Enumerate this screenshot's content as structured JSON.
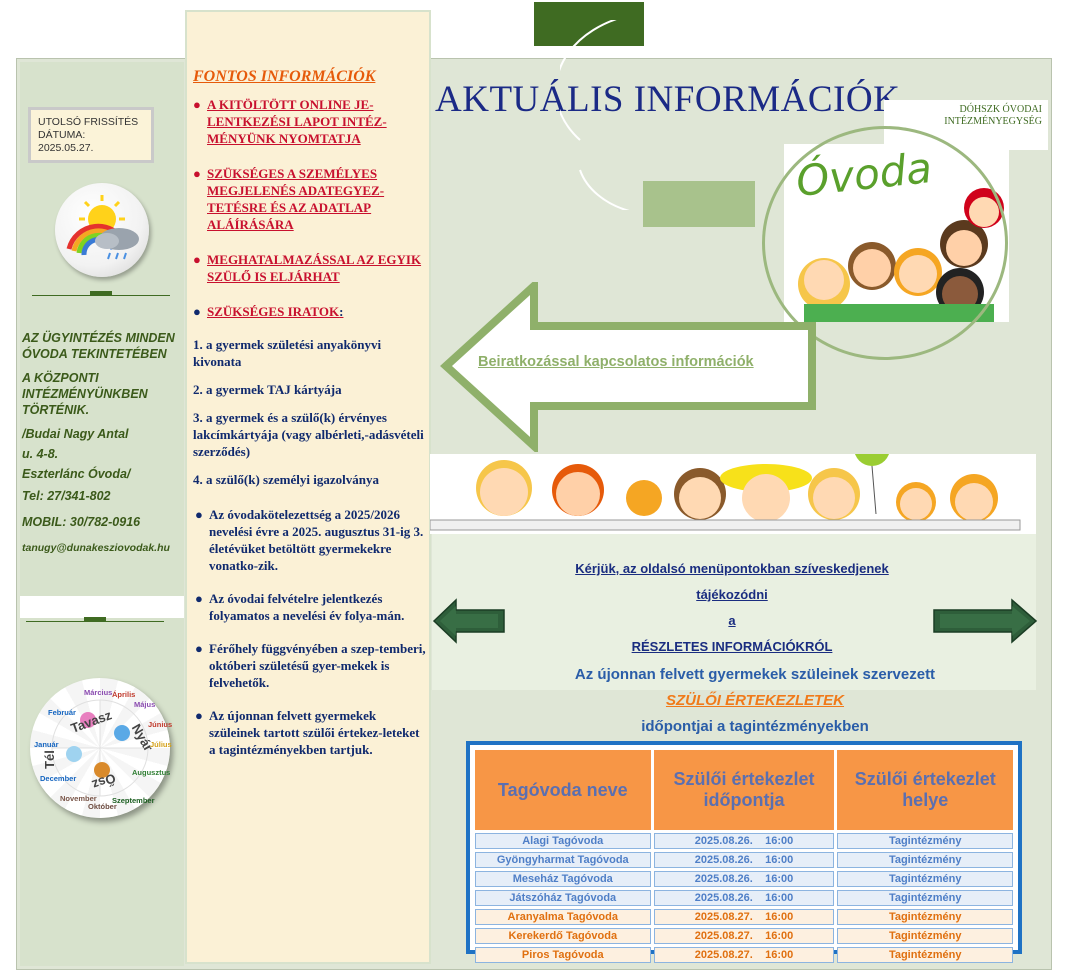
{
  "update_box": {
    "line1": "UTOLSÓ FRISSÍTÉS",
    "line2": "DÁTUMA:",
    "date": "2025.05.27."
  },
  "left_info": {
    "p1": "AZ ÜGYINTÉZÉS MINDEN ÓVODA TEKINTETÉBEN",
    "p2": "A KÖZPONTI INTÉZMÉNYÜNKBEN TÖRTÉNIK.",
    "address1": "/Budai Nagy Antal",
    "address2": "u. 4-8.",
    "address3": "Eszterlánc Óvoda/",
    "tel": "Tel: 27/341-802",
    "mobil": "MOBIL: 30/782-0916",
    "email": "tanugy@dunakesziovodak.hu"
  },
  "wheel": {
    "seasons": [
      "Tavasz",
      "Nyár",
      "Ősz",
      "Tél"
    ],
    "months": [
      "Március",
      "Április",
      "Május",
      "Június",
      "Július",
      "Augusztus",
      "Szeptember",
      "Október",
      "November",
      "December",
      "Január",
      "Február"
    ]
  },
  "fontos": {
    "title": "FONTOS INFORMÁCIÓK",
    "red_items": [
      "A KITÖLTÖTT ONLINE JE-LENTKEZÉSI LAPOT INTÉZ-MÉNYÜNK NYOMTATJA",
      "SZÜKSÉGES A SZEMÉLYES MEGJELENÉS ADATEGYEZ-TETÉSRE ÉS AZ ADATLAP ALÁÍRÁSÁRA",
      "MEGHATALMAZÁSSAL AZ EGYIK SZÜLŐ IS ELJÁRHAT"
    ],
    "iratok_label": "SZÜKSÉGES IRATOK",
    "iratok_colon": ":",
    "docs": [
      "1. a gyermek születési anyakönyvi kivonata",
      "2. a gyermek TAJ kártyája",
      "3. a gyermek és a szülő(k) érvényes lakcímkártyája (vagy albérleti,-adásvételi szerződés)",
      "4. a szülő(k) személyi igazolványa"
    ],
    "bullets": [
      "Az óvodakötelezettség a 2025/2026 nevelési évre a 2025. augusztus 31-ig 3. életévüket betöltött gyermekekre vonatko-zik.",
      "Az óvodai felvételre jelentkezés folyamatos a nevelési év folya-mán.",
      "Férőhely függvényében a szep-temberi, októberi születésű gyer-mekek is felvehetők.",
      "Az újonnan felvett gyermekek szüleinek tartott szülői értekez-leteket a tagintézményekben tartjuk."
    ]
  },
  "header": {
    "title": "AKTUÁLIS INFORMÁCIÓK",
    "org_line1": "DÓHSZK ÓVODAI",
    "org_line2": "INTÉZMÉNYEGYSÉG"
  },
  "ovoda_word": "Óvoda",
  "arrow_link": "Beiratkozással kapcsolatos információk",
  "notice": {
    "line1": "Kérjük, az oldalsó menüpontokban szíveskedjenek",
    "line2": "tájékozódni",
    "line3": "a",
    "line4": "RÉSZLETES INFORMÁCIÓKRÓL"
  },
  "meetings": {
    "line1": "Az újonnan felvett gyermekek szüleinek szervezett",
    "line2": "SZÜLŐI ÉRTEKEZLETEK",
    "line3": "időpontjai a tagintézményekben"
  },
  "table": {
    "headers": [
      "Tagóvoda neve",
      "Szülői értekezlet időpontja",
      "Szülői értekezlet helye"
    ],
    "rows": [
      {
        "name": "Alagi Tagóvoda",
        "date": "2025.08.26.",
        "time": "16:00",
        "place": "Tagintézmény",
        "style": "blue"
      },
      {
        "name": "Gyöngyharmat Tagóvoda",
        "date": "2025.08.26.",
        "time": "16:00",
        "place": "Tagintézmény",
        "style": "blue"
      },
      {
        "name": "Meseház Tagóvoda",
        "date": "2025.08.26.",
        "time": "16:00",
        "place": "Tagintézmény",
        "style": "blue"
      },
      {
        "name": "Játszóház Tagóvoda",
        "date": "2025.08.26.",
        "time": "16:00",
        "place": "Tagintézmény",
        "style": "blue"
      },
      {
        "name": "Aranyalma Tagóvoda",
        "date": "2025.08.27.",
        "time": "16:00",
        "place": "Tagintézmény",
        "style": "orange"
      },
      {
        "name": "Kerekerdő Tagóvoda",
        "date": "2025.08.27.",
        "time": "16:00",
        "place": "Tagintézmény",
        "style": "orange"
      },
      {
        "name": "Piros Tagóvoda",
        "date": "2025.08.27.",
        "time": "16:00",
        "place": "Tagintézmény",
        "style": "orange"
      }
    ]
  }
}
